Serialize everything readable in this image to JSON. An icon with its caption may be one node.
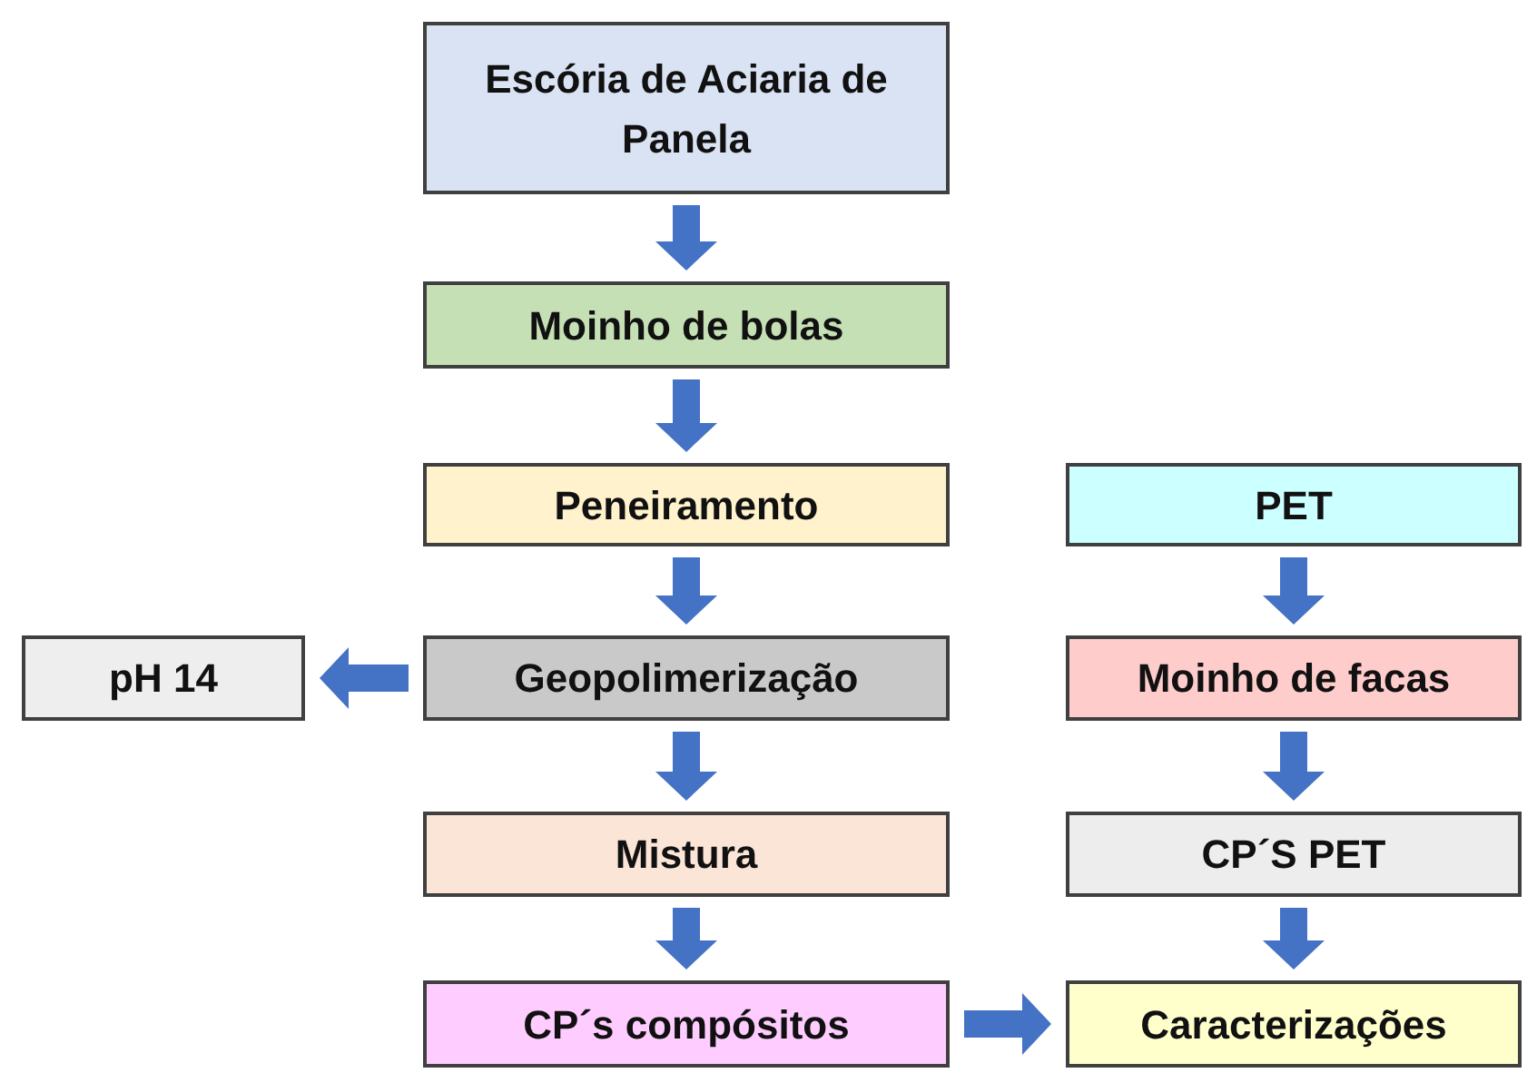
{
  "diagram": {
    "nodes": [
      {
        "text": [
          "Escória de Aciaria de Panela"
        ]
      },
      {
        "text": [
          "Moinho de bolas"
        ]
      },
      {
        "text": [
          "Peneiramento"
        ]
      },
      {
        "text": [
          "PET"
        ]
      },
      {
        "text": [
          "pH 14"
        ]
      },
      {
        "text": [
          "Geopolimerização"
        ]
      },
      {
        "text": [
          "Moinho de facas"
        ]
      },
      {
        "text": [
          "Mistura"
        ]
      },
      {
        "text": [
          "CP´S PET"
        ]
      },
      {
        "text": [
          "CP´s compósitos"
        ]
      },
      {
        "text": [
          "Caracterizações"
        ]
      }
    ],
    "edges": [
      {
        "from": 0,
        "to": 1,
        "arrow": "to"
      },
      {
        "from": 1,
        "to": 2,
        "arrow": "to"
      },
      {
        "from": 2,
        "to": 5,
        "arrow": "to"
      },
      {
        "from": 5,
        "to": 4,
        "arrow": "to"
      },
      {
        "from": 5,
        "to": 7,
        "arrow": "to"
      },
      {
        "from": 7,
        "to": 9,
        "arrow": "to"
      },
      {
        "from": 9,
        "to": 10,
        "arrow": "to"
      },
      {
        "from": 3,
        "to": 6,
        "arrow": "to"
      },
      {
        "from": 6,
        "to": 8,
        "arrow": "to"
      },
      {
        "from": 8,
        "to": 10,
        "arrow": "to"
      }
    ]
  }
}
